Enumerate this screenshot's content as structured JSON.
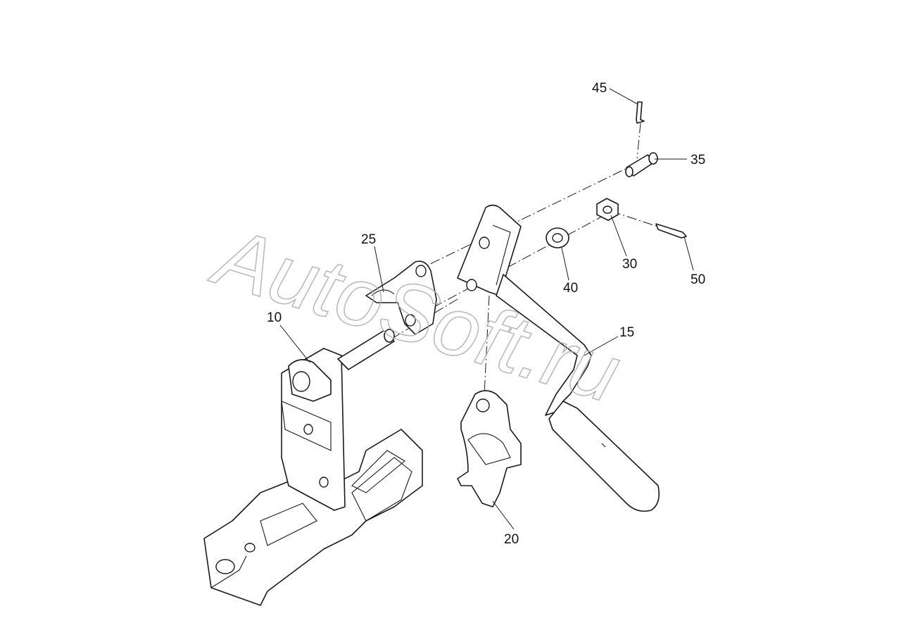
{
  "watermark": {
    "text": "AutoSoft.ru"
  },
  "callouts": {
    "c10": "10",
    "c15": "15",
    "c20": "20",
    "c25": "25",
    "c30": "30",
    "c35": "35",
    "c40": "40",
    "c45": "45",
    "c50": "50"
  }
}
